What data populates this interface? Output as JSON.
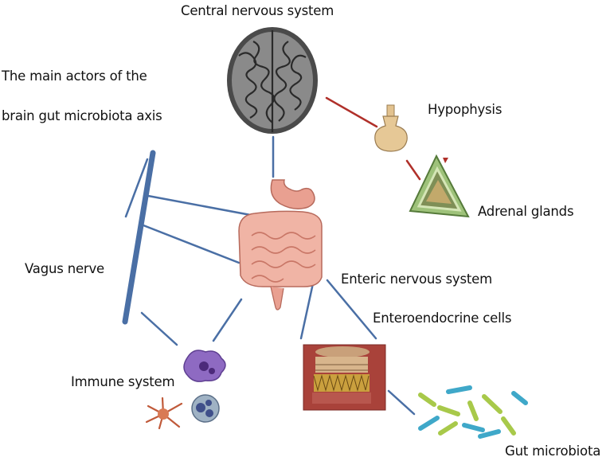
{
  "diagram": {
    "title_lines": [
      "The main actors of the",
      "brain gut microbiota axis"
    ],
    "labels": {
      "cns": "Central nervous system",
      "hypophysis": "Hypophysis",
      "adrenal": "Adrenal glands",
      "vagus": "Vagus nerve",
      "ens": "Enteric nervous system",
      "enteroendocrine": "Enteroendocrine cells",
      "immune": "Immune system",
      "microbiota": "Gut microbiota"
    },
    "colors": {
      "connector": "#4a6fa5",
      "hormonal": "#b0302a",
      "text": "#111111"
    },
    "icons": {
      "brain": "brain-icon",
      "hypophysis": "pituitary-gland-icon",
      "adrenal": "adrenal-gland-icon",
      "digestive": "digestive-tract-icon",
      "enteroendocrine": "intestinal-wall-icon",
      "immune": "immune-cells-icon",
      "microbiota": "bacteria-icon"
    }
  }
}
